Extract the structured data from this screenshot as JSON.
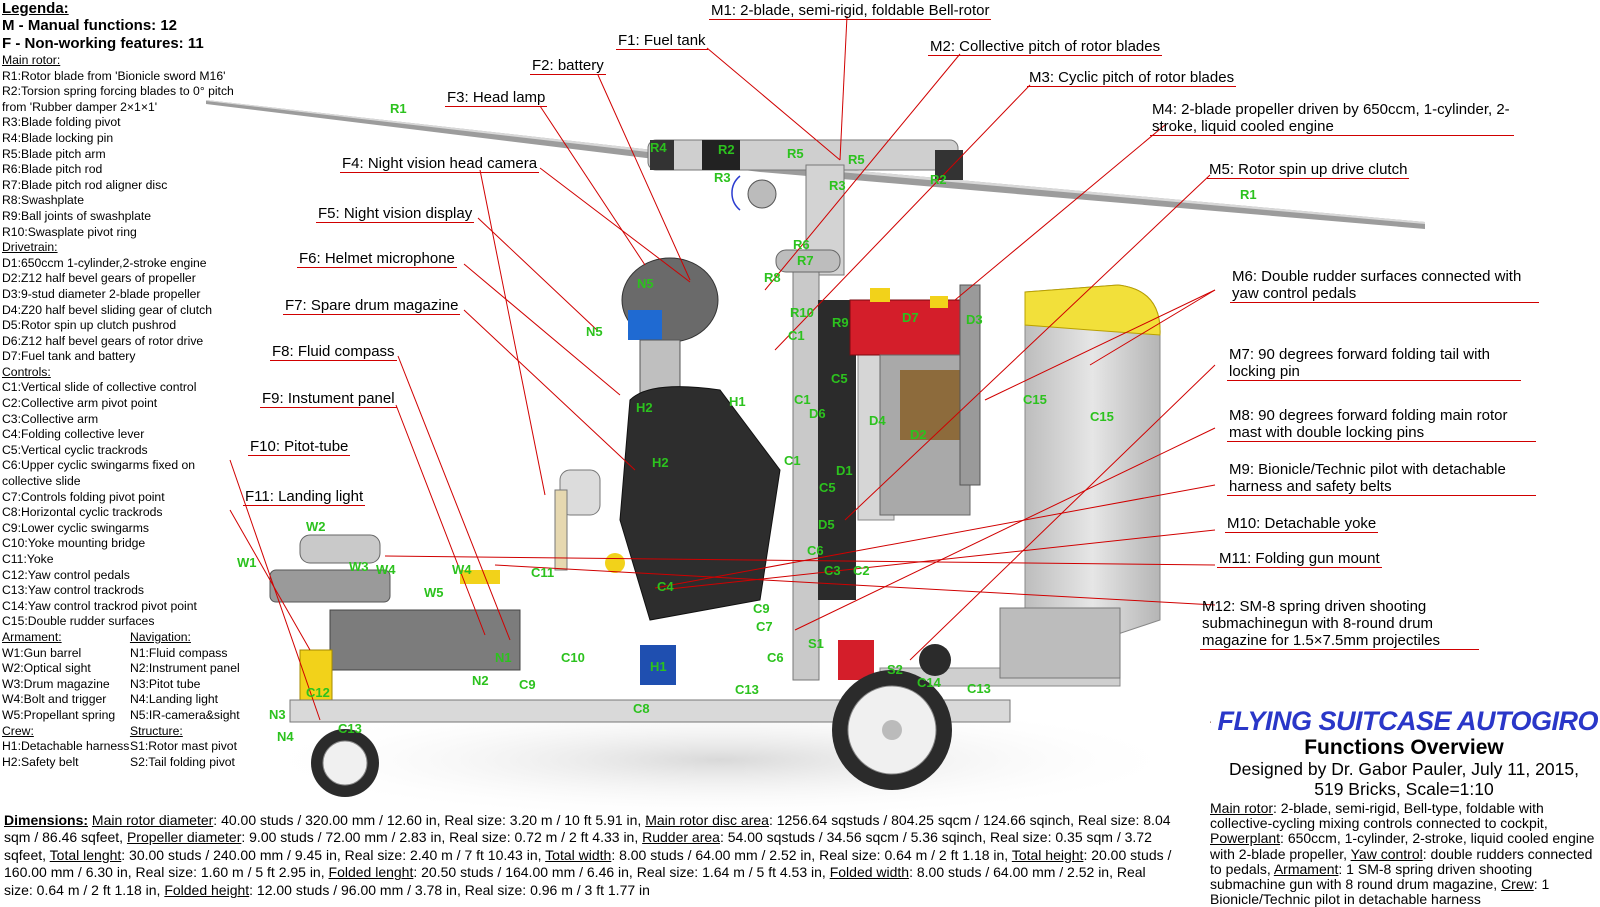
{
  "legend": {
    "title": "Legenda:",
    "manual": "M - Manual functions: 12",
    "nonworking": "F - Non-working features: 11",
    "main_rotor_heading": "Main rotor:",
    "main_rotor": [
      "R1:Rotor blade from 'Bionicle sword M16'",
      "R2:Torsion spring forcing blades to 0° pitch from 'Rubber damper 2×1×1'",
      "R3:Blade folding pivot",
      "R4:Blade locking pin",
      "R5:Blade pitch arm",
      "R6:Blade pitch rod",
      "R7:Blade pitch rod aligner disc",
      "R8:Swashplate",
      "R9:Ball joints of swashplate",
      "R10:Swasplate pivot ring"
    ],
    "drivetrain_heading": "Drivetrain:",
    "drivetrain": [
      "D1:650ccm 1-cylinder,2-stroke engine",
      "D2:Z12 half bevel gears of propeller",
      "D3:9-stud diameter 2-blade propeller",
      "D4:Z20 half bevel sliding gear of clutch",
      "D5:Rotor spin up clutch pushrod",
      "D6:Z12 half bevel gears of rotor drive",
      "D7:Fuel tank and battery"
    ],
    "controls_heading": "Controls:",
    "controls": [
      "C1:Vertical slide of collective control",
      "C2:Collective arm pivot point",
      "C3:Collective arm",
      "C4:Folding collective lever",
      "C5:Vertical cyclic trackrods",
      "C6:Upper cyclic swingarms fixed on collective slide",
      "C7:Controls folding pivot point",
      "C8:Horizontal cyclic trackrods",
      "C9:Lower cyclic swingarms",
      "C10:Yoke mounting bridge",
      "C11:Yoke",
      "C12:Yaw control pedals",
      "C13:Yaw control trackrods",
      "C14:Yaw control trackrod pivot point",
      "C15:Double rudder surfaces"
    ],
    "armament_heading": "Armament:",
    "armament": [
      "W1:Gun barrel",
      "W2:Optical sight",
      "W3:Drum magazine",
      "W4:Bolt and trigger",
      "W5:Propellant spring"
    ],
    "navigation_heading": "Navigation:",
    "navigation": [
      "N1:Fluid compass",
      "N2:Instrument panel",
      "N3:Pitot tube",
      "N4:Landing light",
      "N5:IR-camera&sight"
    ],
    "crew_heading": "Crew:",
    "crew": [
      "H1:Detachable harness",
      "H2:Safety belt"
    ],
    "structure_heading": "Structure:",
    "structure": [
      "S1:Rotor mast pivot",
      "S2:Tail folding pivot"
    ]
  },
  "callouts_features": [
    "F1: Fuel tank",
    "F2: battery",
    "F3: Head lamp",
    "F4: Night vision head camera",
    "F5: Night vision display",
    "F6: Helmet microphone",
    "F7: Spare drum magazine",
    "F8: Fluid compass",
    "F9: Instument panel",
    "F10: Pitot-tube",
    "F11: Landing light"
  ],
  "callouts_manual": [
    "M1: 2-blade, semi-rigid, foldable Bell-rotor",
    "M2: Collective pitch of rotor blades",
    "M3: Cyclic pitch of rotor blades",
    "M4: 2-blade propeller driven by 650ccm, 1-cylinder, 2-stroke, liquid cooled engine",
    "M5: Rotor spin up drive clutch",
    "M6: Double rudder surfaces connected with yaw control pedals",
    "M7: 90 degrees forward folding tail with locking pin",
    "M8: 90 degrees forward folding main rotor mast with double locking pins",
    "M9: Bionicle/Technic pilot with detachable harness and safety belts",
    "M10: Detachable yoke",
    "M11: Folding gun mount",
    "M12: SM-8 spring driven shooting submachinegun with 8-round drum magazine for 1.5×7.5mm projectiles"
  ],
  "part_labels": [
    "R1",
    "R1",
    "R2",
    "R2",
    "R3",
    "R4",
    "R5",
    "R5",
    "R3",
    "R6",
    "R7",
    "R8",
    "R10",
    "R9",
    "D7",
    "D3",
    "N5",
    "N5",
    "C1",
    "C5",
    "C1",
    "D6",
    "D4",
    "D2",
    "C1",
    "D1",
    "C5",
    "D5",
    "C15",
    "C15",
    "H1",
    "H2",
    "H2",
    "C6",
    "C3",
    "C2",
    "C4",
    "C9",
    "C7",
    "C6",
    "S1",
    "C11",
    "W2",
    "W1",
    "W3",
    "W4",
    "W4",
    "W5",
    "N1",
    "N2",
    "C10",
    "C9",
    "C12",
    "N3",
    "N4",
    "C13",
    "C8",
    "C13",
    "H1",
    "S2",
    "C14",
    "C13"
  ],
  "dimensions": {
    "heading": "Dimensions:",
    "rows": [
      {
        "label": "Main rotor diameter",
        "value": ": 40.00 studs / 320.00 mm / 12.60 in, Real size: 3.20 m / 10 ft 5.91 in, "
      },
      {
        "label": "Main rotor disc area",
        "value": ": 1256.64 sqstuds / 804.25 sqcm / 124.66 sqinch, Real size: 8.04 sqm / 86.46 sqfeet, "
      },
      {
        "label": "Propeller diameter",
        "value": ": 9.00 studs / 72.00 mm / 2.83 in, Real size: 0.72 m / 2 ft 4.33 in, "
      },
      {
        "label": "Rudder area",
        "value": ": 54.00 sqstuds / 34.56 sqcm / 5.36 sqinch, Real size: 0.35 sqm / 3.72 sqfeet, "
      },
      {
        "label": "Total lenght",
        "value": ": 30.00 studs / 240.00 mm / 9.45 in, Real size: 2.40 m / 7 ft 10.43 in, "
      },
      {
        "label": "Total width",
        "value": ": 8.00 studs / 64.00 mm / 2.52 in, Real size: 0.64 m / 2 ft 1.18 in, "
      },
      {
        "label": "Total height",
        "value": ": 20.00 studs / 160.00 mm / 6.30 in, Real size: 1.60 m / 5 ft 2.95 in, "
      },
      {
        "label": "Folded lenght",
        "value": ": 20.50 studs / 164.00 mm / 6.46 in, Real size: 1.64 m / 5 ft 4.53 in, "
      },
      {
        "label": "Folded width",
        "value": ": 8.00 studs / 64.00 mm / 2.52 in, Real size: 0.64 m / 2 ft 1.18 in, "
      },
      {
        "label": "Folded height",
        "value": ": 12.00 studs / 96.00 mm / 3.78 in, Real size: 0.96 m / 3 ft 1.77 in"
      }
    ]
  },
  "title": {
    "brand": "FLYING SUITCASE AUTOGIRO",
    "subtitle": "Functions Overview",
    "credit_line1": "Designed by Dr. Gabor Pauler, July 11, 2015,",
    "credit_line2": "519 Bricks, Scale=1:10"
  },
  "summary": [
    {
      "label": "Main rotor",
      "value": ": 2-blade, semi-rigid, Bell-type, foldable with collective-cycling mixing controls connected to cockpit, "
    },
    {
      "label": "Powerplant",
      "value": ": 650ccm, 1-cylinder, 2-stroke, liquid cooled engine with 2-blade propeller, "
    },
    {
      "label": "Yaw control",
      "value": ": double rudders connected to pedals, "
    },
    {
      "label": "Armament",
      "value": ": 1 SM-8 spring driven shooting submachine gun with 8 round drum magazine, "
    },
    {
      "label": "Crew",
      "value": ": 1 Bionicle/Technic pilot in detachable harness"
    }
  ],
  "colors": {
    "leader_line": "#d00000",
    "part_label": "#2cc21e",
    "brand_blue": "#2a37c8",
    "accent_red": "#d41e2a",
    "accent_yellow": "#f2d21a",
    "body_grey": "#9a9a9a",
    "dark_grey": "#3c3c3c"
  }
}
